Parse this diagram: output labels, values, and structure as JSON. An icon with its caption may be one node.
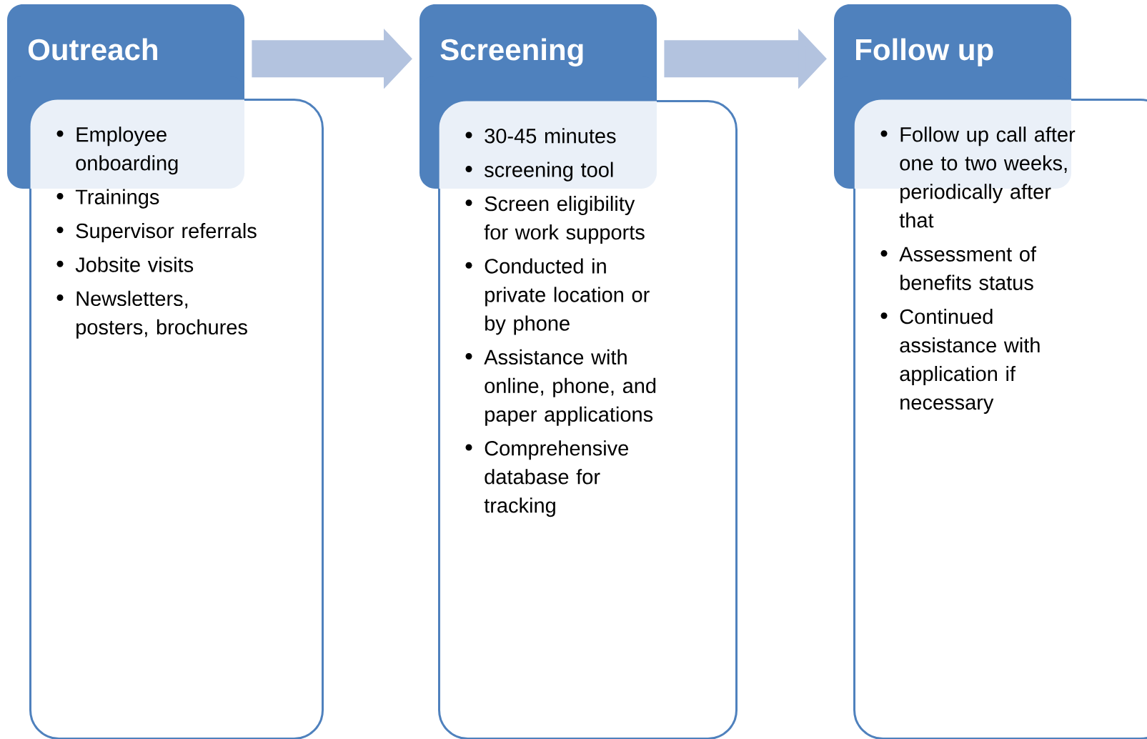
{
  "diagram": {
    "nodes": [
      {
        "text": [
          "Outreach"
        ]
      },
      {
        "text": [
          "Employee onboarding",
          "Trainings",
          "Supervisor referrals",
          "Jobsite visits",
          "Newsletters, posters, brochures"
        ]
      },
      {
        "text": [
          "Screening"
        ]
      },
      {
        "text": [
          "30-45 minutes",
          "screening tool",
          "Screen eligibility for work supports",
          "Conducted in private location or by phone",
          "Assistance with online, phone, and paper applications",
          "Comprehensive database for tracking"
        ]
      },
      {
        "text": [
          "Follow up"
        ]
      },
      {
        "text": [
          "Follow up call after one to two weeks, periodically after that",
          "Assessment of benefits status",
          "Continued assistance with application if necessary"
        ]
      }
    ],
    "edges": [
      {
        "from": 0,
        "to": 2,
        "arrow": "to"
      },
      {
        "from": 2,
        "to": 4,
        "arrow": "to"
      }
    ]
  }
}
